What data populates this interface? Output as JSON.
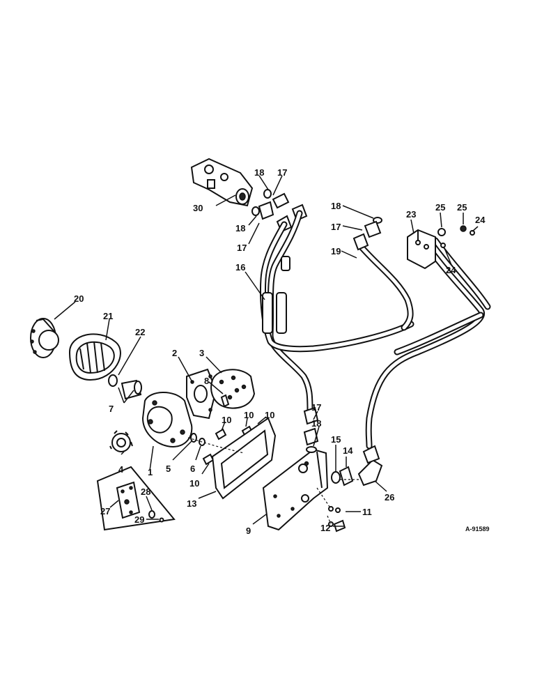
{
  "reference": "A-91589",
  "callouts": [
    {
      "id": "c1",
      "text": "1"
    },
    {
      "id": "c2",
      "text": "2"
    },
    {
      "id": "c3",
      "text": "3"
    },
    {
      "id": "c4",
      "text": "4"
    },
    {
      "id": "c5",
      "text": "5"
    },
    {
      "id": "c6",
      "text": "6"
    },
    {
      "id": "c7",
      "text": "7"
    },
    {
      "id": "c8",
      "text": "8"
    },
    {
      "id": "c9",
      "text": "9"
    },
    {
      "id": "c10a",
      "text": "10"
    },
    {
      "id": "c10b",
      "text": "10"
    },
    {
      "id": "c10c",
      "text": "10"
    },
    {
      "id": "c10d",
      "text": "10"
    },
    {
      "id": "c11",
      "text": "11"
    },
    {
      "id": "c12",
      "text": "12"
    },
    {
      "id": "c13",
      "text": "13"
    },
    {
      "id": "c14",
      "text": "14"
    },
    {
      "id": "c15",
      "text": "15"
    },
    {
      "id": "c16",
      "text": "16"
    },
    {
      "id": "c17a",
      "text": "17"
    },
    {
      "id": "c17b",
      "text": "17"
    },
    {
      "id": "c17c",
      "text": "17"
    },
    {
      "id": "c17d",
      "text": "17"
    },
    {
      "id": "c18a",
      "text": "18"
    },
    {
      "id": "c18b",
      "text": "18"
    },
    {
      "id": "c18c",
      "text": "18"
    },
    {
      "id": "c18d",
      "text": "18"
    },
    {
      "id": "c19",
      "text": "19"
    },
    {
      "id": "c20",
      "text": "20"
    },
    {
      "id": "c21",
      "text": "21"
    },
    {
      "id": "c22",
      "text": "22"
    },
    {
      "id": "c23",
      "text": "23"
    },
    {
      "id": "c24a",
      "text": "24"
    },
    {
      "id": "c24b",
      "text": "24"
    },
    {
      "id": "c25a",
      "text": "25"
    },
    {
      "id": "c25b",
      "text": "25"
    },
    {
      "id": "c26",
      "text": "26"
    },
    {
      "id": "c27",
      "text": "27"
    },
    {
      "id": "c28",
      "text": "28"
    },
    {
      "id": "c29",
      "text": "29"
    },
    {
      "id": "c30",
      "text": "30"
    }
  ]
}
